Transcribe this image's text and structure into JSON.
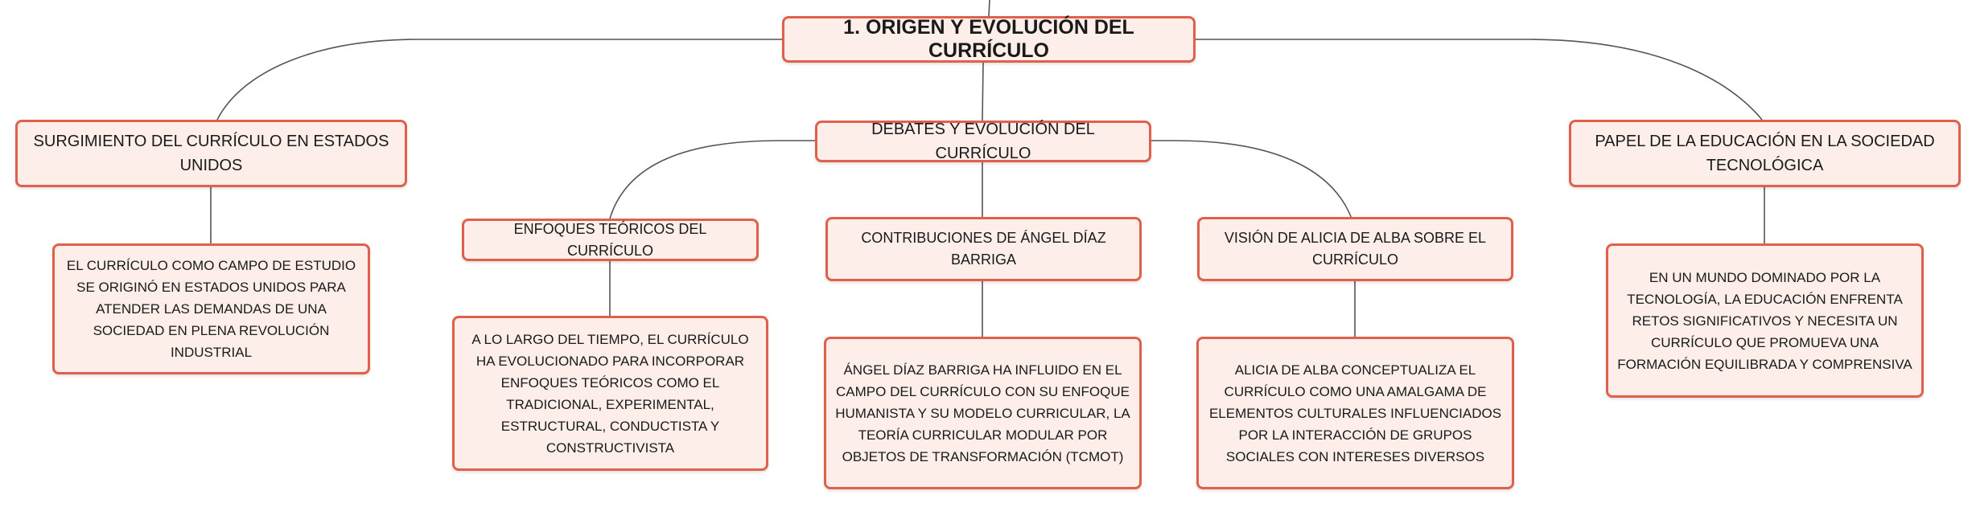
{
  "root": {
    "title": "1. ORIGEN Y EVOLUCIÓN DEL CURRÍCULO"
  },
  "branches": {
    "surgimiento": {
      "title": "SURGIMIENTO DEL CURRÍCULO EN ESTADOS UNIDOS",
      "detail": "EL CURRÍCULO COMO CAMPO DE ESTUDIO SE ORIGINÓ EN ESTADOS UNIDOS PARA ATENDER LAS DEMANDAS DE UNA SOCIEDAD EN PLENA REVOLUCIÓN INDUSTRIAL"
    },
    "debates": {
      "title": "DEBATES Y EVOLUCIÓN DEL CURRÍCULO",
      "enfoques": {
        "title": "ENFOQUES TEÓRICOS DEL CURRÍCULO",
        "detail": "A LO LARGO DEL TIEMPO, EL CURRÍCULO HA EVOLUCIONADO PARA INCORPORAR ENFOQUES TEÓRICOS COMO EL TRADICIONAL, EXPERIMENTAL, ESTRUCTURAL, CONDUCTISTA Y CONSTRUCTIVISTA"
      },
      "diaz_barriga": {
        "title": "CONTRIBUCIONES DE ÁNGEL DÍAZ BARRIGA",
        "detail": "ÁNGEL DÍAZ BARRIGA HA INFLUIDO EN EL CAMPO DEL CURRÍCULO CON SU ENFOQUE HUMANISTA Y SU MODELO CURRICULAR, LA TEORÍA CURRICULAR MODULAR POR OBJETOS DE TRANSFORMACIÓN (TCMOT)"
      },
      "alicia_de_alba": {
        "title": "VISIÓN DE ALICIA DE ALBA SOBRE EL CURRÍCULO",
        "detail": "ALICIA DE ALBA CONCEPTUALIZA EL CURRÍCULO COMO UNA AMALGAMA DE ELEMENTOS CULTURALES INFLUENCIADOS POR LA INTERACCIÓN DE GRUPOS SOCIALES CON INTERESES DIVERSOS"
      }
    },
    "papel": {
      "title": "PAPEL DE LA EDUCACIÓN EN LA SOCIEDAD TECNOLÓGICA",
      "detail": "EN UN MUNDO DOMINADO POR LA TECNOLOGÍA, LA EDUCACIÓN ENFRENTA RETOS SIGNIFICATIVOS Y NECESITA UN CURRÍCULO QUE PROMUEVA UNA FORMACIÓN EQUILIBRADA Y COMPRENSIVA"
    }
  },
  "colors": {
    "node_border": "#e0614b",
    "node_fill": "#fdeee9",
    "connector": "#555555"
  }
}
